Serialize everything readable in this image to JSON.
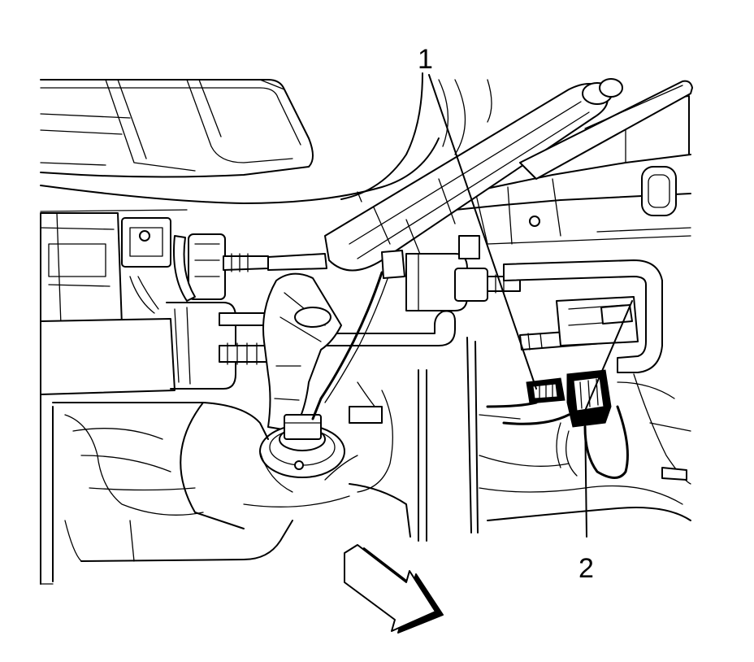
{
  "callouts": [
    {
      "id": "1",
      "label": "1"
    },
    {
      "id": "2",
      "label": "2"
    }
  ],
  "colors": {
    "line": "#000000",
    "background": "#ffffff"
  },
  "icons": {
    "direction": "front-direction-arrow-icon"
  }
}
